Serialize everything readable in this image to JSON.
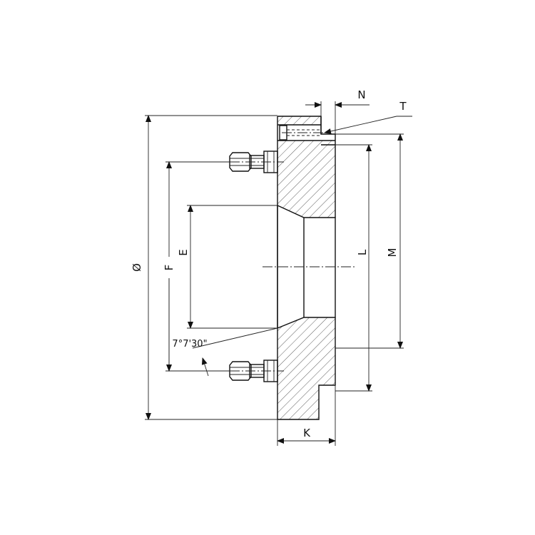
{
  "labels": {
    "diameter": "Ø",
    "F": "F",
    "E": "E",
    "L": "L",
    "M": "M",
    "N": "N",
    "T": "T",
    "K": "K",
    "angle": "7°7'30\""
  },
  "colors": {
    "line": "#111111",
    "background": "#ffffff"
  }
}
